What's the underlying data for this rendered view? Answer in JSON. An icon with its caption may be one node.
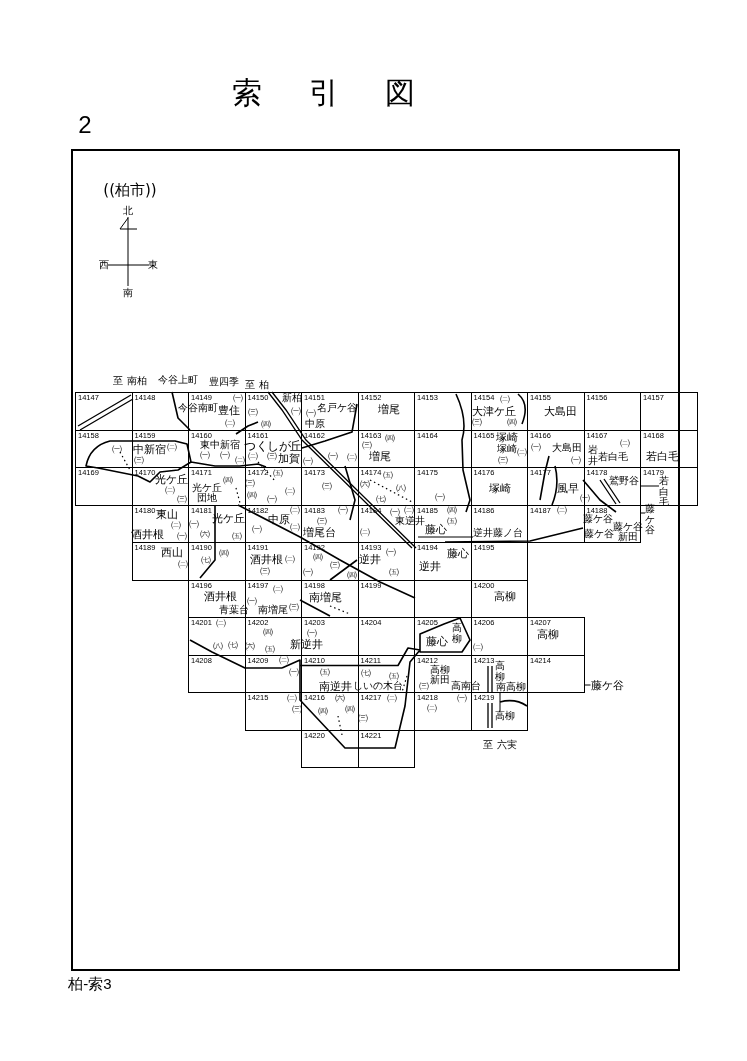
{
  "diagram": {
    "title": "索引図",
    "nodes": [
      {
        "text": [
          "14147"
        ]
      },
      {
        "text": [
          "14148"
        ]
      },
      {
        "text": [
          "14149"
        ]
      },
      {
        "text": [
          "14150"
        ]
      },
      {
        "text": [
          "14151"
        ]
      },
      {
        "text": [
          "14152"
        ]
      },
      {
        "text": [
          "14153"
        ]
      },
      {
        "text": [
          "14154"
        ]
      },
      {
        "text": [
          "14155"
        ]
      },
      {
        "text": [
          "14156"
        ]
      },
      {
        "text": [
          "14157"
        ]
      },
      {
        "text": [
          "14158"
        ]
      },
      {
        "text": [
          "14159"
        ]
      },
      {
        "text": [
          "14160"
        ]
      },
      {
        "text": [
          "14161"
        ]
      },
      {
        "text": [
          "14162"
        ]
      },
      {
        "text": [
          "14163"
        ]
      },
      {
        "text": [
          "14164"
        ]
      },
      {
        "text": [
          "14165"
        ]
      },
      {
        "text": [
          "14166"
        ]
      },
      {
        "text": [
          "14167"
        ]
      },
      {
        "text": [
          "14168"
        ]
      },
      {
        "text": [
          "14169"
        ]
      },
      {
        "text": [
          "14170"
        ]
      },
      {
        "text": [
          "14171"
        ]
      },
      {
        "text": [
          "14172"
        ]
      },
      {
        "text": [
          "14173"
        ]
      },
      {
        "text": [
          "14174"
        ]
      },
      {
        "text": [
          "14175"
        ]
      },
      {
        "text": [
          "14176"
        ]
      },
      {
        "text": [
          "14177"
        ]
      },
      {
        "text": [
          "14178"
        ]
      },
      {
        "text": [
          "14179"
        ]
      },
      {
        "text": [
          "14180"
        ]
      },
      {
        "text": [
          "14181"
        ]
      },
      {
        "text": [
          "14182"
        ]
      },
      {
        "text": [
          "14183"
        ]
      },
      {
        "text": [
          "14184"
        ]
      },
      {
        "text": [
          "14185"
        ]
      },
      {
        "text": [
          "14186"
        ]
      },
      {
        "text": [
          "14187"
        ]
      },
      {
        "text": [
          "14188"
        ]
      },
      {
        "text": [
          "14189"
        ]
      },
      {
        "text": [
          "14190"
        ]
      },
      {
        "text": [
          "14191"
        ]
      },
      {
        "text": [
          "14192"
        ]
      },
      {
        "text": [
          "14193"
        ]
      },
      {
        "text": [
          "14194"
        ]
      },
      {
        "text": [
          "14195"
        ]
      },
      {
        "text": [
          "14196"
        ]
      },
      {
        "text": [
          "14197"
        ]
      },
      {
        "text": [
          "14198"
        ]
      },
      {
        "text": [
          "14199"
        ]
      },
      {
        "text": [
          "14200"
        ]
      },
      {
        "text": [
          "14201"
        ]
      },
      {
        "text": [
          "14202"
        ]
      },
      {
        "text": [
          "14203"
        ]
      },
      {
        "text": [
          "14204"
        ]
      },
      {
        "text": [
          "14205"
        ]
      },
      {
        "text": [
          "14206"
        ]
      },
      {
        "text": [
          "14207"
        ]
      },
      {
        "text": [
          "14208"
        ]
      },
      {
        "text": [
          "14209"
        ]
      },
      {
        "text": [
          "14210"
        ]
      },
      {
        "text": [
          "14211"
        ]
      },
      {
        "text": [
          "14212"
        ]
      },
      {
        "text": [
          "14213"
        ]
      },
      {
        "text": [
          "14214"
        ]
      },
      {
        "text": [
          "14215"
        ]
      },
      {
        "text": [
          "14216"
        ]
      },
      {
        "text": [
          "14217"
        ]
      },
      {
        "text": [
          "14218"
        ]
      },
      {
        "text": [
          "14219"
        ]
      },
      {
        "text": [
          "14220"
        ]
      },
      {
        "text": [
          "14221"
        ]
      },
      {
        "text": [
          "若白毛"
        ],
        "in": 32
      },
      {
        "text": [
          "藤ケ谷"
        ]
      },
      {
        "text": [
          "逆井藤ノ台"
        ],
        "in": 39
      },
      {
        "text": [
          "藤ケ谷"
        ]
      },
      {
        "text": [
          "高柳"
        ],
        "in": 72
      }
    ],
    "edges": [
      {
        "from": 75,
        "to": 32,
        "arrow": "none"
      },
      {
        "from": 76,
        "to": 41,
        "arrow": "none"
      },
      {
        "from": 77,
        "to": 38,
        "arrow": "none"
      },
      {
        "from": 78,
        "to": 67,
        "arrow": "none"
      },
      {
        "from": 79,
        "to": 72,
        "arrow": "none"
      }
    ],
    "labels": [
      "2",
      "((柏市))",
      "北",
      "西",
      "東",
      "南",
      "至 南柏",
      "今谷上町",
      "豊四季",
      "至 柏",
      "㈠",
      "新柏",
      "㈡",
      "今谷南町",
      "豊住",
      "㈢",
      "㈠",
      "㈠",
      "名戸ケ谷",
      "増尾",
      "大津ケ丘",
      "大島田",
      "㈡",
      "㈣",
      "中原",
      "㈢",
      "㈣",
      "㈠",
      "中新宿",
      "㈡",
      "東中新宿",
      "つくしが丘",
      "㈢",
      "㈣",
      "塚崎",
      "塚崎",
      "㈡",
      "㈠",
      "大島田",
      "㈡",
      "㈢",
      "㈠",
      "㈠",
      "㈡",
      "㈡",
      "㈢",
      "加賀",
      "㈠",
      "㈠",
      "㈡",
      "増尾",
      "㈢",
      "㈠",
      "岩井",
      "若白毛",
      "若白毛",
      "光ケ丘",
      "㈣",
      "㈢",
      "㈤",
      "㈢",
      "㈥",
      "㈤",
      "㈧",
      "塚崎",
      "風早",
      "鷲野谷",
      "㈡",
      "㈢",
      "光ケ丘団地",
      "㈣",
      "㈠",
      "㈡",
      "㈦",
      "㈠",
      "㈠",
      "東山",
      "㈠",
      "光ケ丘",
      "中原",
      "㈡",
      "㈢",
      "㈠",
      "㈠",
      "㈡",
      "㈣",
      "㈡",
      "藤ケ谷",
      "酒井根",
      "㈡",
      "㈠",
      "㈥",
      "㈤",
      "㈠",
      "㈡",
      "増尾台",
      "㈡",
      "東逆井",
      "藤心",
      "㈤",
      "藤ケ谷",
      "藤ケ谷新田",
      "西山",
      "㈡",
      "㈦",
      "㈣",
      "酒井根",
      "㈡",
      "㈣",
      "㈢",
      "逆井",
      "㈠",
      "逆井",
      "藤心",
      "㈢",
      "㈠",
      "㈣",
      "㈤",
      "酒井根",
      "㈡",
      "南増尾",
      "高柳",
      "青葉台",
      "㈠",
      "南増尾",
      "㈢",
      "㈡",
      "㈣",
      "㈠",
      "藤心",
      "高柳",
      "高柳",
      "㈧",
      "㈦",
      "㈥",
      "㈤",
      "新逆井",
      "㈡",
      "㈡",
      "㈠",
      "㈤",
      "㈦",
      "㈤",
      "高柳新田",
      "高柳",
      "南逆井",
      "しいの木台",
      "㈢",
      "高南台",
      "南高柳",
      "㈡",
      "㈥",
      "㈡",
      "㈠",
      "㈢",
      "㈣",
      "㈣",
      "㈢",
      "㈡",
      "至 六実",
      "柏-索3"
    ]
  }
}
